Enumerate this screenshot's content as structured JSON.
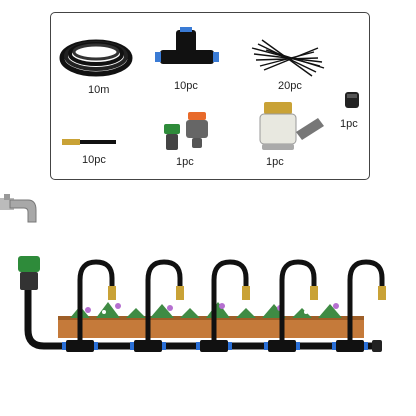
{
  "items": [
    {
      "name": "tubing-coil",
      "qty": "10m"
    },
    {
      "name": "tee-connector",
      "qty": "10pc"
    },
    {
      "name": "cable-ties",
      "qty": "20pc"
    },
    {
      "name": "end-plug",
      "qty": "1pc"
    },
    {
      "name": "brass-mist-nozzle",
      "qty": "10pc"
    },
    {
      "name": "hose-connector-set",
      "qty": "1pc"
    },
    {
      "name": "faucet-adapter",
      "qty": "1pc"
    }
  ],
  "colors": {
    "tube": "#1a1a1a",
    "brass": "#c9a236",
    "green": "#2e8b3a",
    "orange": "#e86a2a",
    "blue": "#2a6fd6",
    "planter": "#c57a3a"
  }
}
